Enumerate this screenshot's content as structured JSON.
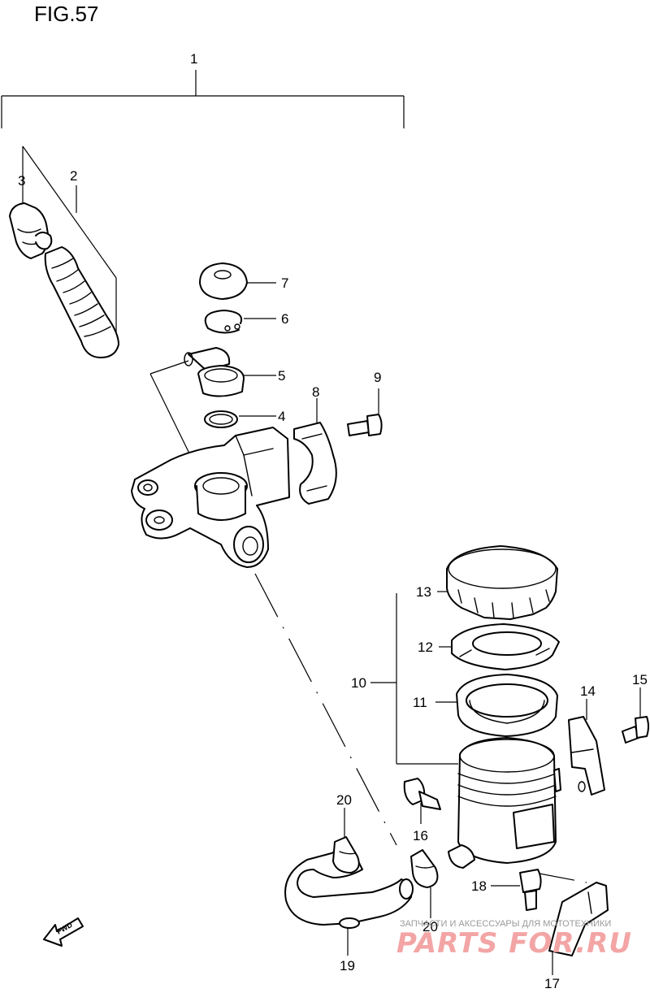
{
  "figure": {
    "title": "FIG.57"
  },
  "callouts": {
    "c1": "1",
    "c2": "2",
    "c3": "3",
    "c4": "4",
    "c5": "5",
    "c6": "6",
    "c7": "7",
    "c8": "8",
    "c9": "9",
    "c10": "10",
    "c11": "11",
    "c12": "12",
    "c13": "13",
    "c14": "14",
    "c15": "15",
    "c16": "16",
    "c17": "17",
    "c18": "18",
    "c19": "19",
    "c20a": "20",
    "c20b": "20"
  },
  "direction_marker": {
    "label": "FWD",
    "icon": "fwd-arrow-icon"
  },
  "watermark": {
    "caption": "ЗАПЧАСТИ И АКСЕССУАРЫ ДЛЯ МОТОТЕХНИКИ",
    "brand": "PARTS FOR.RU",
    "color": "#f3a5a5"
  }
}
